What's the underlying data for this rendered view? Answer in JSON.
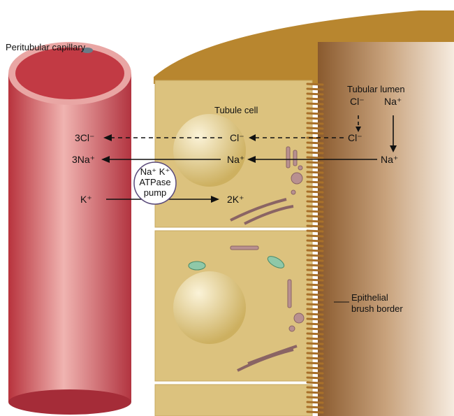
{
  "labels": {
    "capillary": "Peritubular capillary",
    "lumen": "Tubular lumen",
    "cell": "Tubule cell",
    "brush_border_1": "Epithelial",
    "brush_border_2": "brush border"
  },
  "ions": {
    "blood_cl": "3Cl⁻",
    "blood_na": "3Na⁺",
    "blood_k": "K⁺",
    "cell_cl": "Cl⁻",
    "cell_na": "Na⁺",
    "cell_k": "2K⁺",
    "lumen_cl_top": "Cl⁻",
    "lumen_na_top": "Na⁺",
    "lumen_cl": "Cl⁻",
    "lumen_na": "Na⁺"
  },
  "pump": {
    "line1": "Na⁺ K⁺",
    "line2": "ATPase",
    "line3": "pump"
  },
  "colors": {
    "capillary": "#c8484f",
    "cell": "#d9bf78",
    "lumen": "#9a6a3c",
    "organelle": "#a07a7a"
  }
}
